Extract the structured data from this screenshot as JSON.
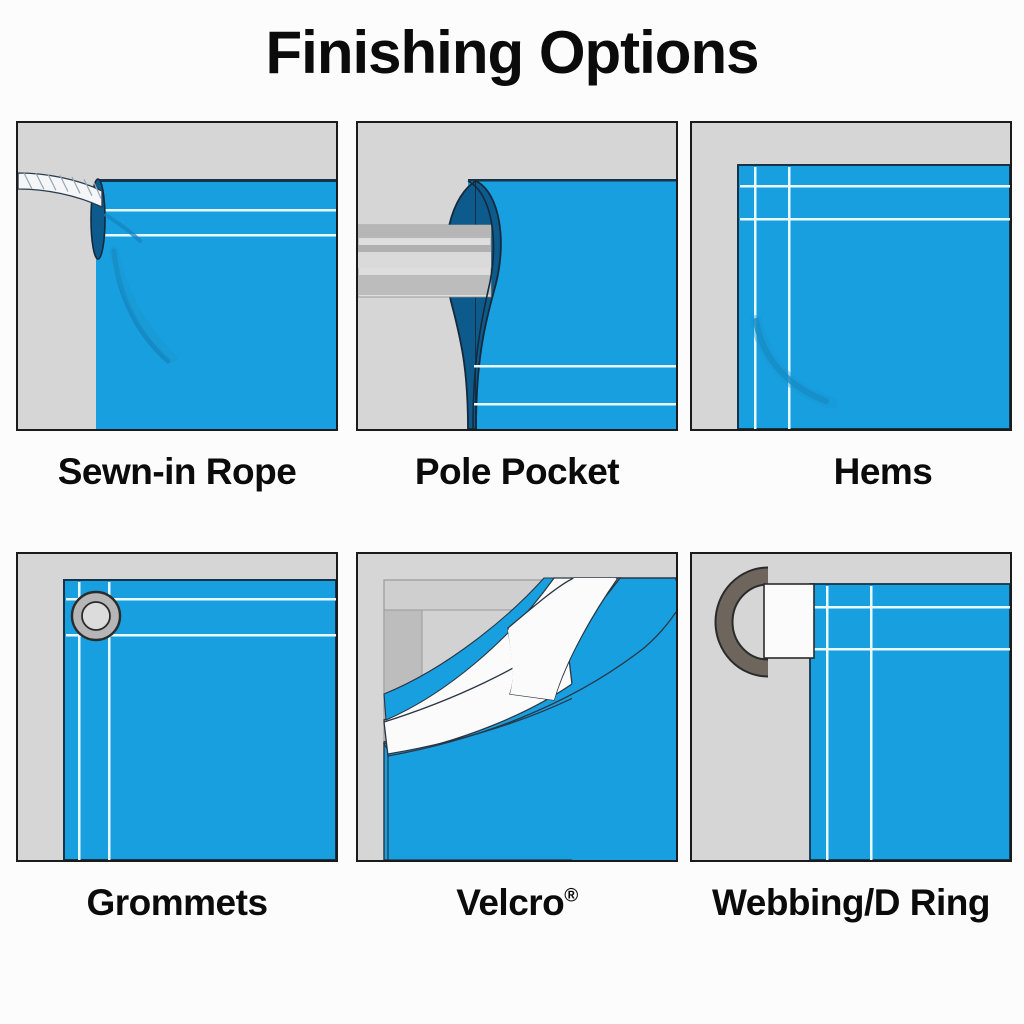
{
  "header": {
    "title": "Finishing Options"
  },
  "colors": {
    "background": "#fcfcfc",
    "panel_gray": "#d6d6d6",
    "tarp_blue": "#189fe0",
    "tarp_blue_dark": "#0e6195",
    "stitch_white": "#f2fbff",
    "metal_gray": "#b8b8b8",
    "metal_light": "#dcdcdc",
    "dring_brown": "#6e655d",
    "outline": "#1b1b1b",
    "webbing_white": "#fbfbfb"
  },
  "panels": [
    {
      "id": "sewn-in-rope",
      "label": "Sewn-in Rope",
      "icon": "sewn-in-rope-illustration",
      "description": "Rope sewn into the hem edge of the tarp"
    },
    {
      "id": "pole-pocket",
      "label": "Pole Pocket",
      "icon": "pole-pocket-illustration",
      "description": "Sewn pocket along the edge for a pole"
    },
    {
      "id": "hems",
      "label": "Hems",
      "icon": "hems-illustration",
      "description": "Double stitched folded hem border"
    },
    {
      "id": "grommets",
      "label": "Grommets",
      "icon": "grommet-illustration",
      "description": "Metal grommet ring set in the hem"
    },
    {
      "id": "velcro",
      "label": "Velcro",
      "label_suffix": "®",
      "icon": "velcro-illustration",
      "description": "Hook and loop strips on the underside"
    },
    {
      "id": "webbing-d-ring",
      "label": "Webbing/D Ring",
      "icon": "webbing-d-ring-illustration",
      "description": "D ring attached with a webbing strap"
    }
  ]
}
